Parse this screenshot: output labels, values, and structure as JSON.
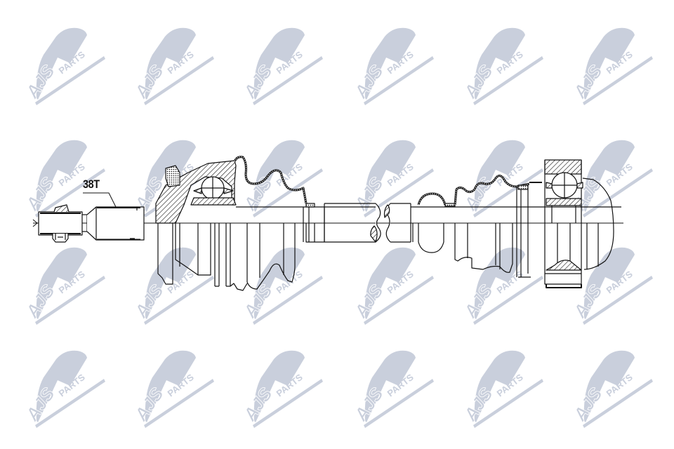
{
  "diagram": {
    "type": "technical-drawing",
    "subject": "drive shaft (CV axle) half-section drawing",
    "annotations": [
      {
        "id": "spline-count",
        "text": "38T",
        "points_to": "outer spline section"
      }
    ],
    "components": [
      "threaded stub with nut",
      "splined shaft (38T)",
      "outer CV joint (hatched housing, ball)",
      "outer boot (bellows)",
      "intermediate shaft (broken view)",
      "inner boot (bellows)",
      "inner CV joint / tripod housing"
    ],
    "colors": {
      "line": "#111111",
      "watermark": "#c9cfdc",
      "background": "#ffffff"
    }
  },
  "watermark": {
    "brand": "AJS",
    "sub": "PARTS",
    "columns_x": [
      40,
      195,
      350,
      508,
      664,
      820
    ],
    "rows_y": [
      30,
      190,
      343,
      490
    ]
  }
}
